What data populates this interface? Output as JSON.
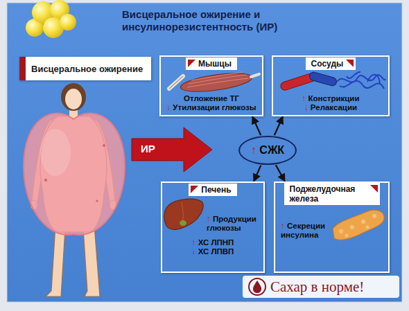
{
  "diagram": {
    "title": "Висцеральное ожирение и инсулинорезистентность (ИР)",
    "nodes": [
      {
        "text": [
          "Висцеральное ожирение"
        ]
      },
      {
        "text": [
          "Мышцы",
          "Отложение ТГ",
          "↓ Утилизации глюкозы"
        ]
      },
      {
        "text": [
          "Сосуды",
          "↑ Констрикции",
          "↓ Релаксации"
        ]
      },
      {
        "text": [
          "↑ СЖК"
        ]
      },
      {
        "text": [
          "Печень",
          "↑ Продукции глюкозы",
          "↑ ХС ЛПНП",
          "↓ ХС ЛПВП"
        ]
      },
      {
        "text": [
          "Поджелудочная железа",
          "↑ Секреции инсулина"
        ]
      }
    ],
    "edges": [
      {
        "from": 3,
        "to": 1,
        "arrow": "to"
      },
      {
        "from": 3,
        "to": 2,
        "arrow": "to"
      },
      {
        "from": 3,
        "to": 4,
        "arrow": "to"
      },
      {
        "from": 3,
        "to": 5,
        "arrow": "to"
      }
    ],
    "labels": [
      "ИР",
      "Сахар в норме!"
    ]
  }
}
